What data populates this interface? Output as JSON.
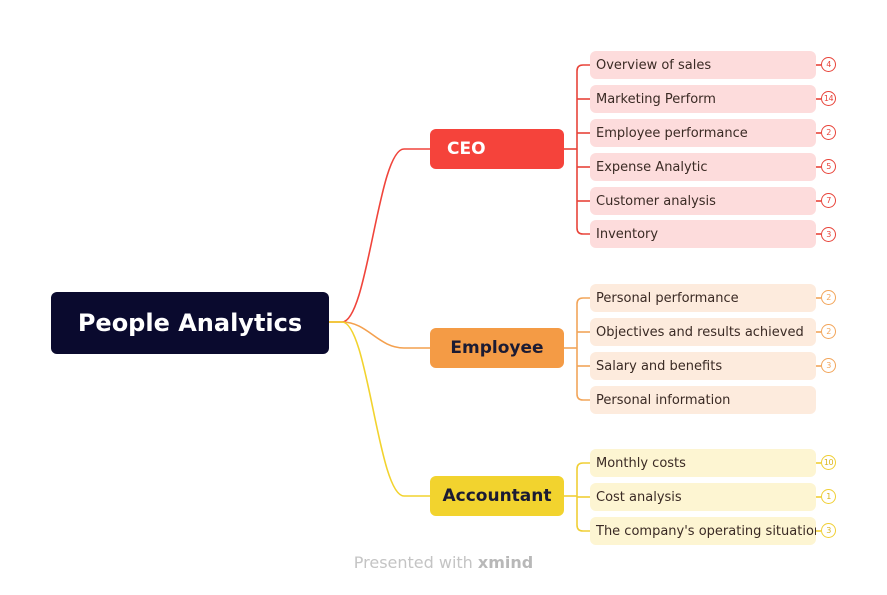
{
  "root": {
    "label": "People Analytics"
  },
  "branches": {
    "ceo": {
      "label": "CEO",
      "color": "#f5433b",
      "leaves": [
        {
          "label": "Overview of sales",
          "count": "4"
        },
        {
          "label": "Marketing Perform",
          "count": "14"
        },
        {
          "label": "Employee performance",
          "count": "2"
        },
        {
          "label": "Expense Analytic",
          "count": "5"
        },
        {
          "label": "Customer analysis",
          "count": "7"
        },
        {
          "label": "Inventory",
          "count": "3"
        }
      ]
    },
    "employee": {
      "label": "Employee",
      "color": "#f49b45",
      "leaves": [
        {
          "label": "Personal performance",
          "count": "2"
        },
        {
          "label": "Objectives and results achieved",
          "count": "2"
        },
        {
          "label": "Salary and benefits",
          "count": "3"
        },
        {
          "label": "Personal information",
          "count": ""
        }
      ]
    },
    "accountant": {
      "label": "Accountant",
      "color": "#f2d32e",
      "leaves": [
        {
          "label": "Monthly costs",
          "count": "10"
        },
        {
          "label": "Cost analysis",
          "count": "1"
        },
        {
          "label": "The company's operating situation",
          "count": "3"
        }
      ]
    }
  },
  "footer": {
    "prefix": "Presented with",
    "brand": "xmind"
  }
}
